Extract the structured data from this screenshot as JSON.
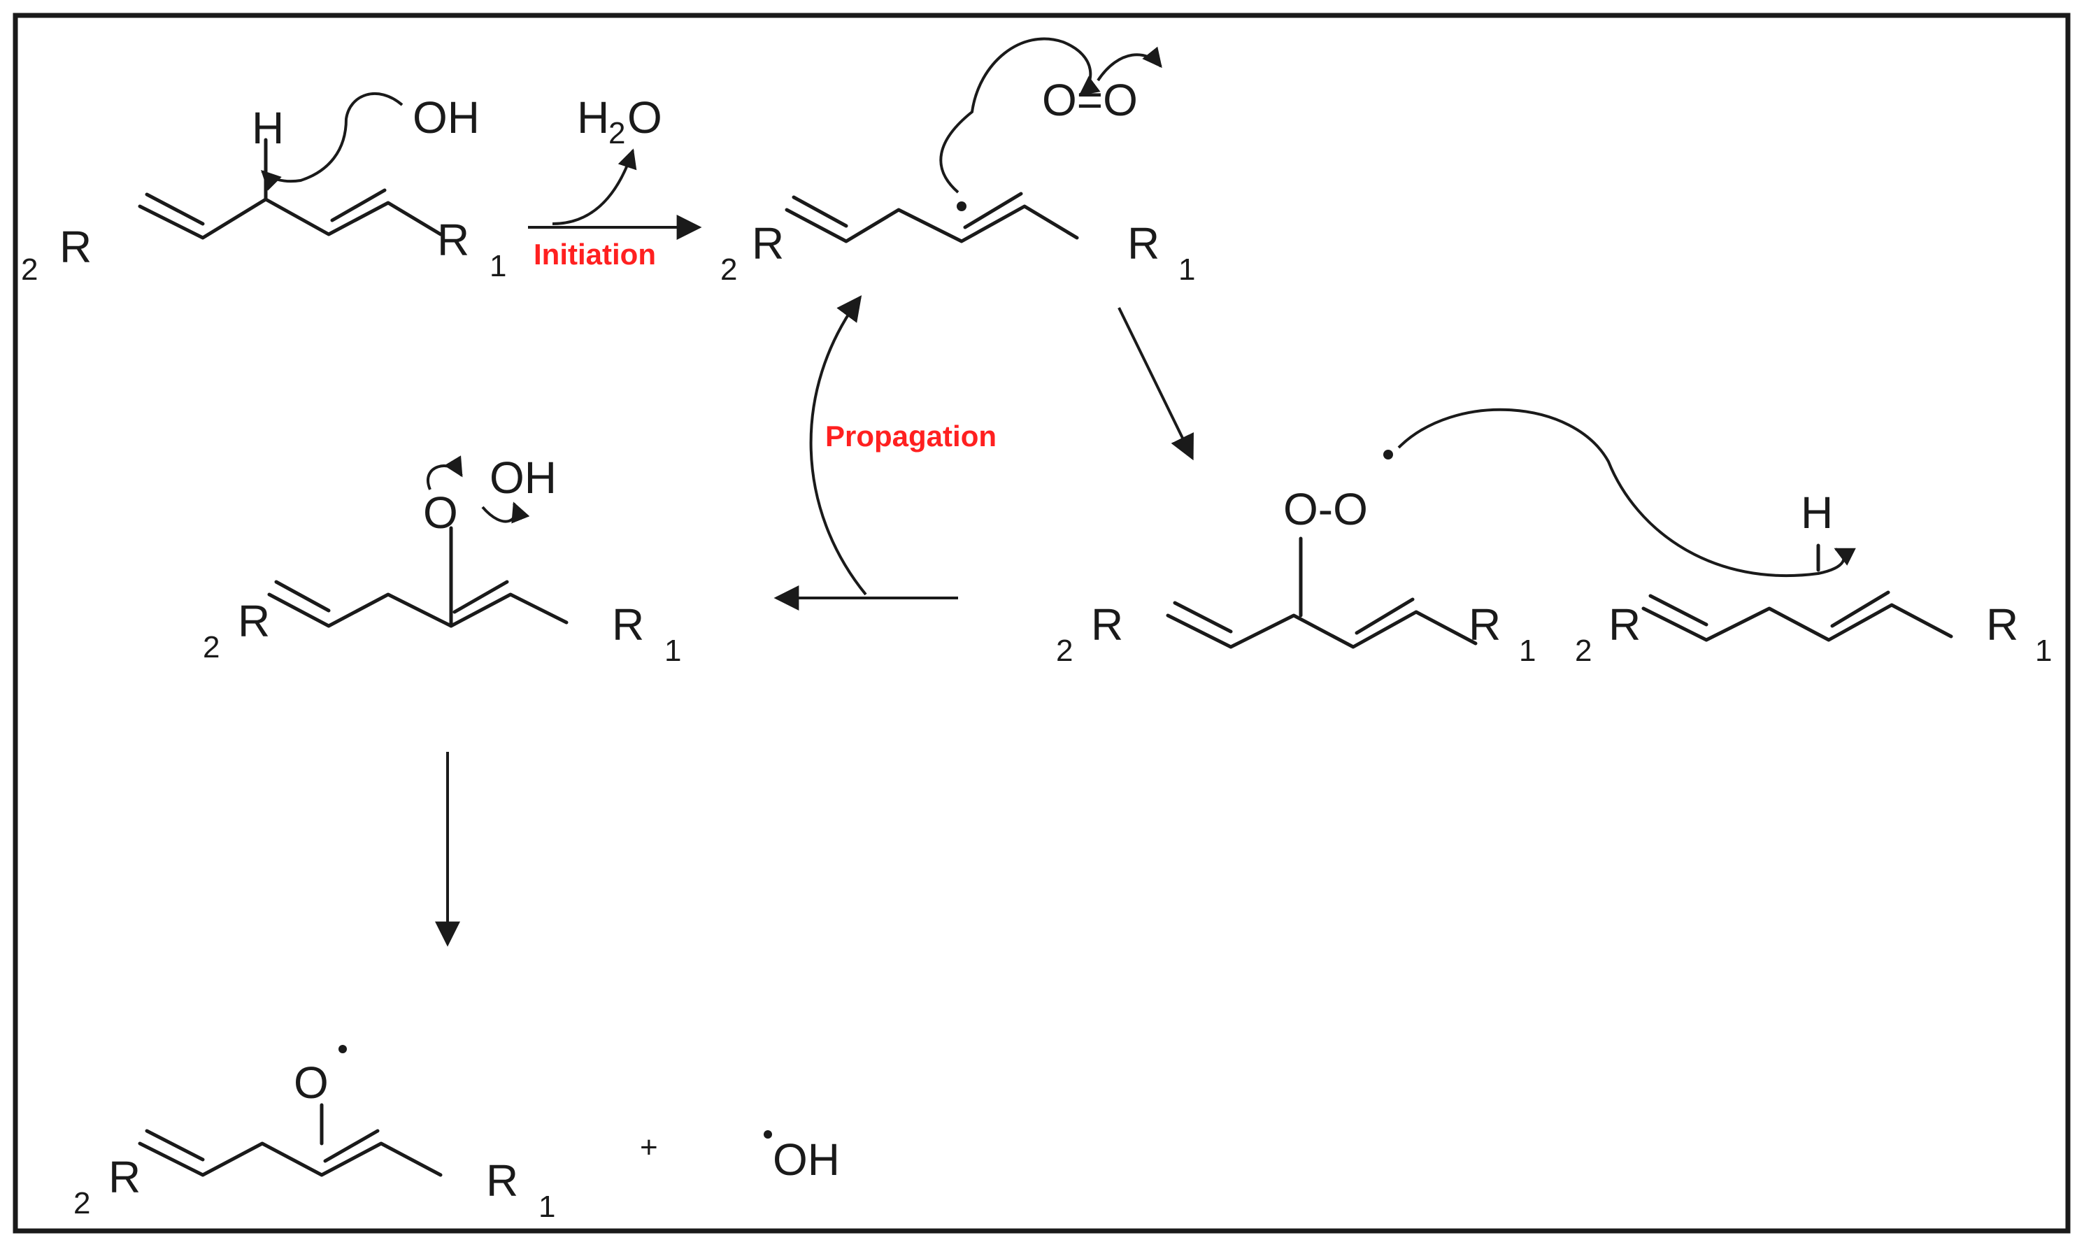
{
  "colors": {
    "ink": "#1a1a1a",
    "stage_label": "#ff2020",
    "background": "#ffffff"
  },
  "labels": {
    "r_group": "R",
    "r_prefix": "2",
    "r1_group": "R",
    "r1_sub": "1",
    "h": "H",
    "oh": "OH",
    "h2o_h": "H",
    "h2o_sub": "2",
    "h2o_o": "O",
    "o2": "O=O",
    "o": "O",
    "peroxy": "O-O",
    "radical": "•",
    "plus": "+",
    "oh_radical": "OH"
  },
  "stages": {
    "initiation": "Initiation",
    "propagation": "Propagation"
  }
}
